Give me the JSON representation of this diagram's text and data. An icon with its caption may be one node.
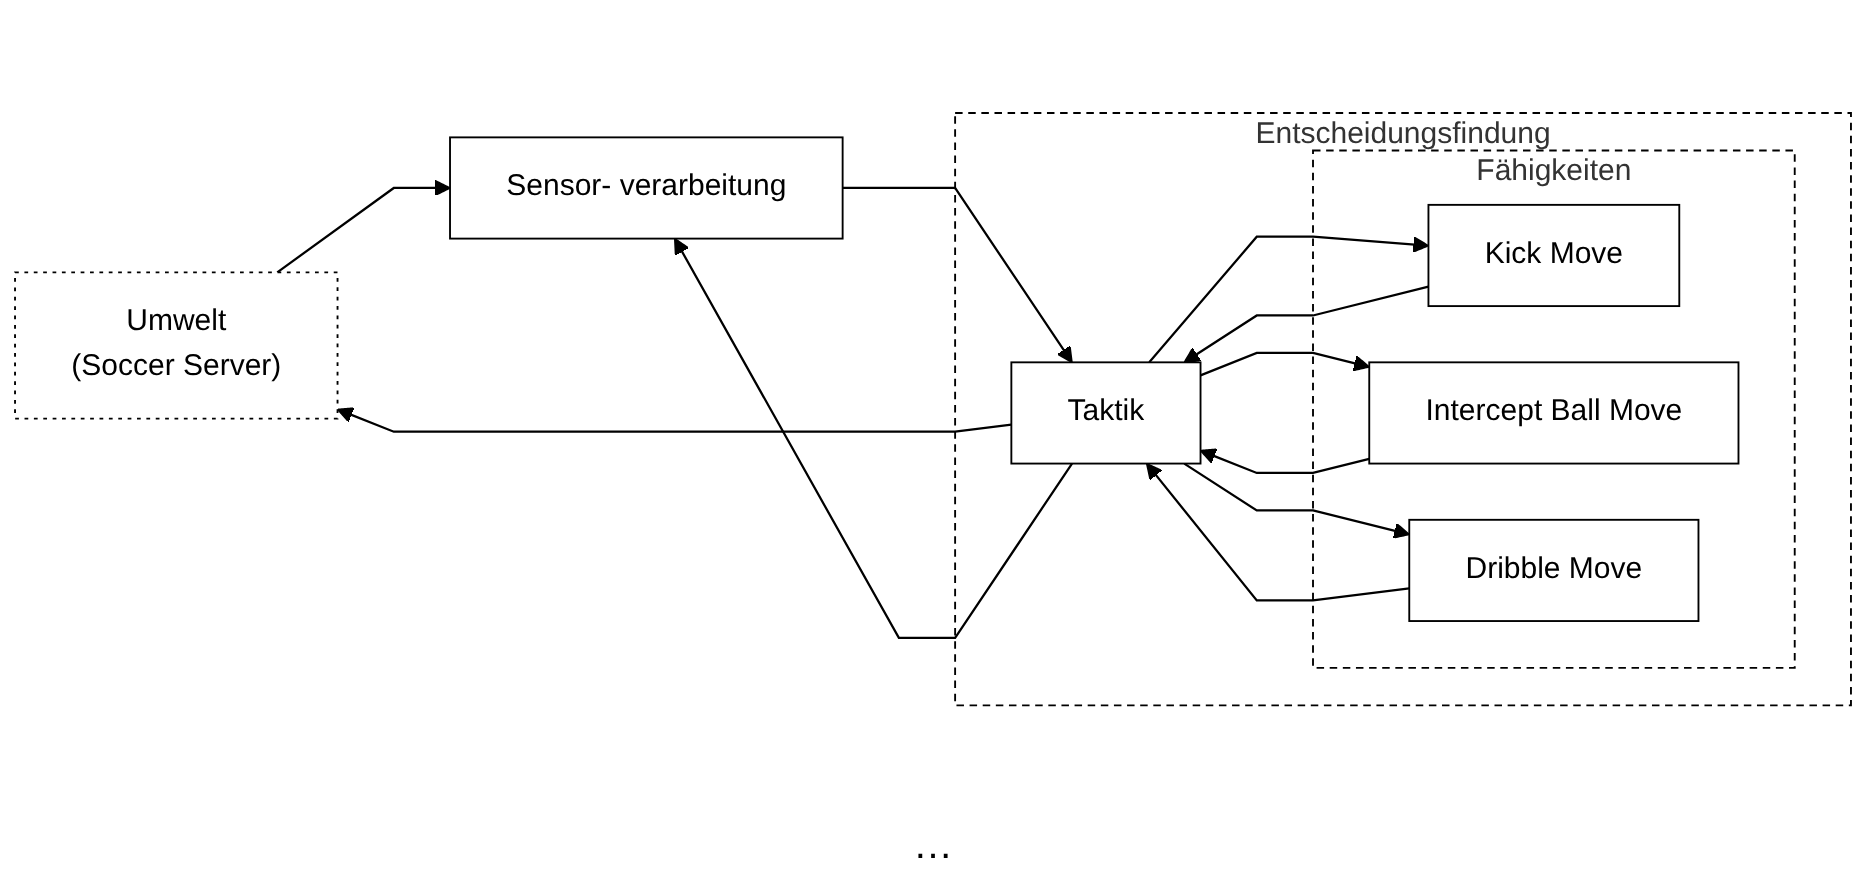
{
  "diagram": {
    "nodes": [
      {
        "text": [
          "Umwelt",
          "(Soccer Server)"
        ]
      },
      {
        "text": [
          "Sensor- verarbeitung"
        ]
      },
      {
        "text": [
          "Entscheidungsfindung"
        ]
      },
      {
        "text": [
          "Taktik"
        ],
        "in": 2
      },
      {
        "text": [
          "Fähigkeiten"
        ],
        "in": 2
      },
      {
        "text": [
          "Kick Move"
        ],
        "in": 4
      },
      {
        "text": [
          "Intercept Ball Move"
        ],
        "in": 4
      },
      {
        "text": [
          "Dribble Move"
        ],
        "in": 4
      }
    ],
    "edges": [
      {
        "from": 0,
        "to": 1,
        "arrow": "to"
      },
      {
        "from": 1,
        "to": 3,
        "arrow": "to"
      },
      {
        "from": 3,
        "to": 0,
        "arrow": "to"
      },
      {
        "from": 3,
        "to": 1,
        "arrow": "to"
      },
      {
        "from": 3,
        "to": 5,
        "arrow": "to"
      },
      {
        "from": 5,
        "to": 3,
        "arrow": "to"
      },
      {
        "from": 3,
        "to": 6,
        "arrow": "to"
      },
      {
        "from": 6,
        "to": 3,
        "arrow": "to"
      },
      {
        "from": 3,
        "to": 7,
        "arrow": "to"
      },
      {
        "from": 7,
        "to": 3,
        "arrow": "to"
      }
    ],
    "labels": [
      "…"
    ]
  }
}
